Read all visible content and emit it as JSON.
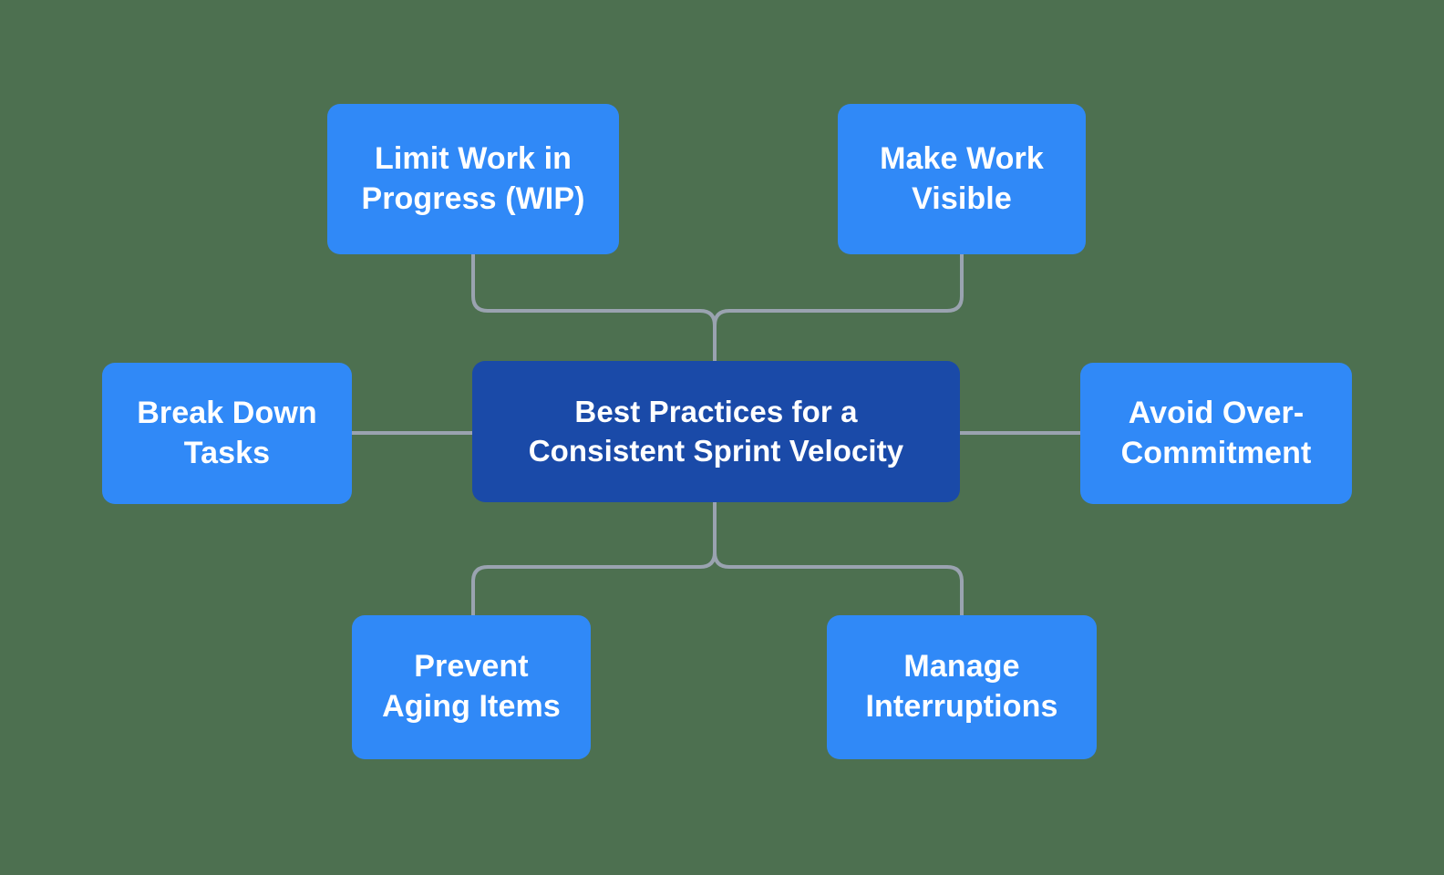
{
  "diagram": {
    "type": "mind-map",
    "background_color": "#4d7050",
    "connector_color": "#9aa3b0",
    "center": {
      "label": "Best Practices for a\nConsistent Sprint Velocity",
      "color": "#1a4aa8",
      "text_color": "#ffffff"
    },
    "branches": [
      {
        "id": "limit-wip",
        "label": "Limit Work in\nProgress (WIP)",
        "position": "top-left",
        "color": "#3089f7",
        "text_color": "#ffffff"
      },
      {
        "id": "make-work-visible",
        "label": "Make Work\nVisible",
        "position": "top-right",
        "color": "#3089f7",
        "text_color": "#ffffff"
      },
      {
        "id": "break-down-tasks",
        "label": "Break Down\nTasks",
        "position": "left",
        "color": "#3089f7",
        "text_color": "#ffffff"
      },
      {
        "id": "avoid-over-commitment",
        "label": "Avoid Over-\nCommitment",
        "position": "right",
        "color": "#3089f7",
        "text_color": "#ffffff"
      },
      {
        "id": "prevent-aging-items",
        "label": "Prevent\nAging Items",
        "position": "bottom-left",
        "color": "#3089f7",
        "text_color": "#ffffff"
      },
      {
        "id": "manage-interruptions",
        "label": "Manage\nInterruptions",
        "position": "bottom-right",
        "color": "#3089f7",
        "text_color": "#ffffff"
      }
    ]
  }
}
